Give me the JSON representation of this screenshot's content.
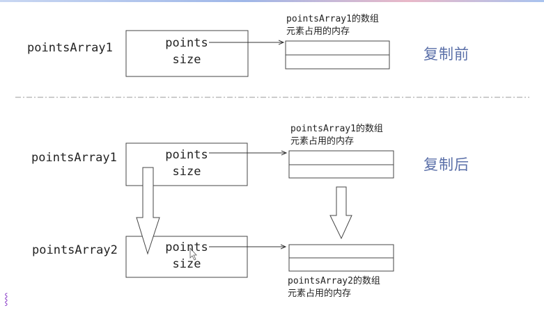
{
  "before": {
    "var_label": "pointsArray1",
    "field1": "points",
    "field2": "size",
    "mem_note_line1": "pointsArray1的数组",
    "mem_note_line2": "元素占用的内存",
    "state_label": "复制前"
  },
  "after": {
    "var1_label": "pointsArray1",
    "var1_field1": "points",
    "var1_field2": "size",
    "mem1_note_line1": "pointsArray1的数组",
    "mem1_note_line2": "元素占用的内存",
    "state_label": "复制后",
    "var2_label": "pointsArray2",
    "var2_field1": "points",
    "var2_field2": "size",
    "mem2_note_line1": "pointsArray2的数组",
    "mem2_note_line2": "元素占用的内存"
  }
}
